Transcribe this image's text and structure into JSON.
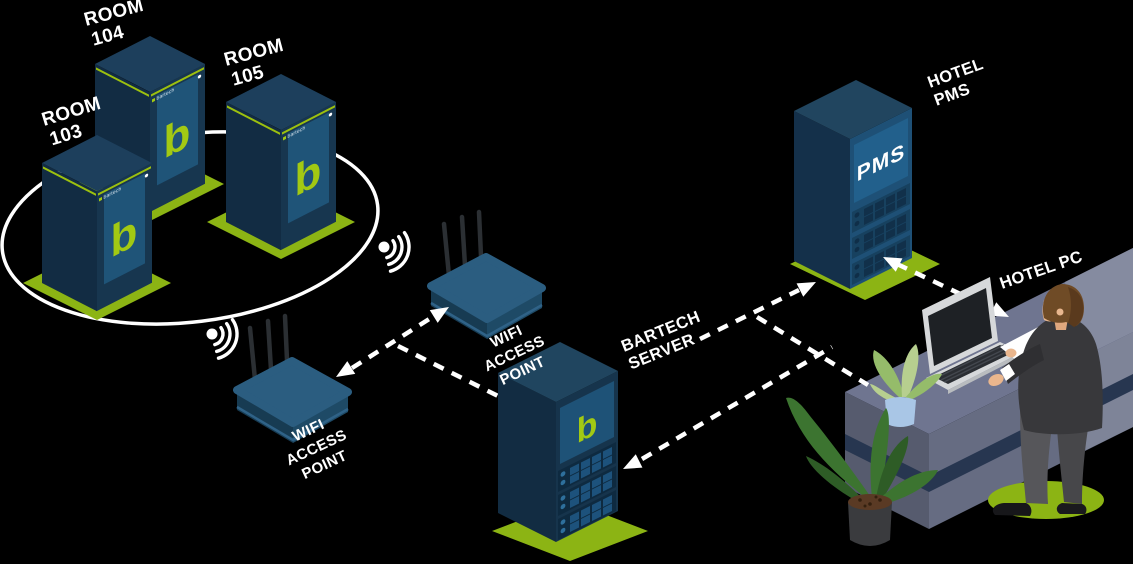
{
  "labels": {
    "room_103": {
      "line1": "ROOM",
      "line2": "103"
    },
    "room_104": {
      "line1": "ROOM",
      "line2": "104"
    },
    "room_105": {
      "line1": "ROOM",
      "line2": "105"
    },
    "wifi_access_point_1": {
      "line1": "WIFI",
      "line2": "ACCESS",
      "line3": "POINT"
    },
    "wifi_access_point_2": {
      "line1": "WIFI",
      "line2": "ACCESS",
      "line3": "POINT"
    },
    "bartech_server": {
      "line1": "BARTECH",
      "line2": "SERVER"
    },
    "hotel_pms": {
      "line1": "HOTEL",
      "line2": "PMS"
    },
    "hotel_pc": {
      "text": "HOTEL PC"
    }
  },
  "device_text": {
    "minibar_logo": "b",
    "minibar_brand": "bartech",
    "server_logo": "b",
    "pms_front_panel": "PMS"
  },
  "connections": [
    {
      "from": "minibar-rooms",
      "to": "wifi-access-points",
      "type": "wireless-signal"
    },
    {
      "from": "wifi-access-point-1",
      "to": "wifi-access-point-2",
      "type": "dashed",
      "arrows": "both"
    },
    {
      "from": "wifi-access-point-2",
      "to": "bartech-server",
      "type": "dashed",
      "arrows": "none"
    },
    {
      "from": "bartech-server",
      "to": "hotel-pms",
      "type": "dashed",
      "arrows": "to"
    },
    {
      "from": "hotel-pc",
      "to": "bartech-server",
      "type": "dashed",
      "arrows": "to"
    },
    {
      "from": "hotel-pms",
      "to": "hotel-pc",
      "type": "dashed",
      "arrows": "both"
    },
    {
      "from": "hotel-pms",
      "to": "hotel-pc",
      "type": "dashed",
      "arrows": "none"
    }
  ],
  "colors": {
    "background": "#000000",
    "lime_base": "#8cb414",
    "logo_green": "#a2c913",
    "navy_dark_face": "#122c43",
    "navy_top_face": "#1d3f5c",
    "door_panel_blue": "#1f5478",
    "white": "#ffffff",
    "desk_gray": "#6f7590",
    "desk_stripe_navy": "#273650",
    "suit_charcoal": "#38383b",
    "skin": "#eab68d"
  }
}
